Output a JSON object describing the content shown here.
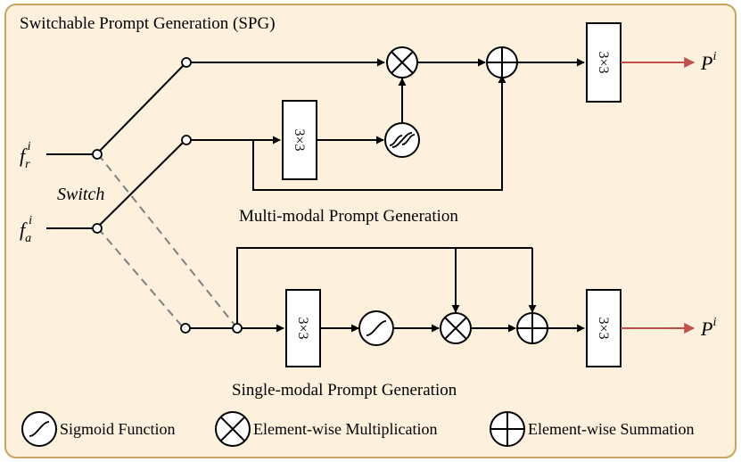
{
  "title": "Switchable Prompt Generation (SPG)",
  "colors": {
    "panel_fill": "#fdf0dc",
    "panel_border": "#c9a45c",
    "output_arrow": "#c0504d",
    "switch_text": "#808080",
    "dashed_line": "#808080"
  },
  "inputs": {
    "fr": {
      "base": "f",
      "sub": "r",
      "sup": "i"
    },
    "fa": {
      "base": "f",
      "sub": "a",
      "sup": "i"
    }
  },
  "switch_label": "Switch",
  "conv_label": "3×3",
  "output": {
    "base": "P",
    "sup": "i"
  },
  "sections": {
    "multi": "Multi-modal Prompt Generation",
    "single": "Single-modal Prompt Generation"
  },
  "legend": {
    "sigmoid": "Sigmoid Function",
    "multiplication": "Element-wise Multiplication",
    "summation": "Element-wise Summation"
  }
}
